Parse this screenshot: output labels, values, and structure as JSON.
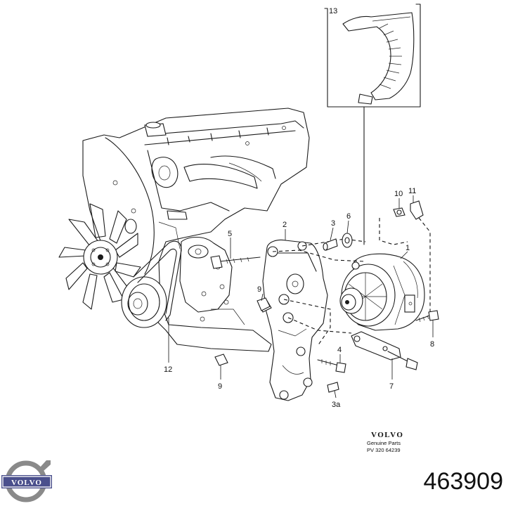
{
  "callouts": [
    "13",
    "10",
    "11",
    "5",
    "2",
    "3",
    "6",
    "1",
    "9",
    "4",
    "8",
    "12",
    "9",
    "7",
    "3a"
  ],
  "brand": {
    "wordmark": "VOLVO",
    "genuine_parts": "Genuine Parts",
    "catalog_code": "PV  320  64239"
  },
  "logo_text": "VOLVO",
  "part_number": "463909"
}
